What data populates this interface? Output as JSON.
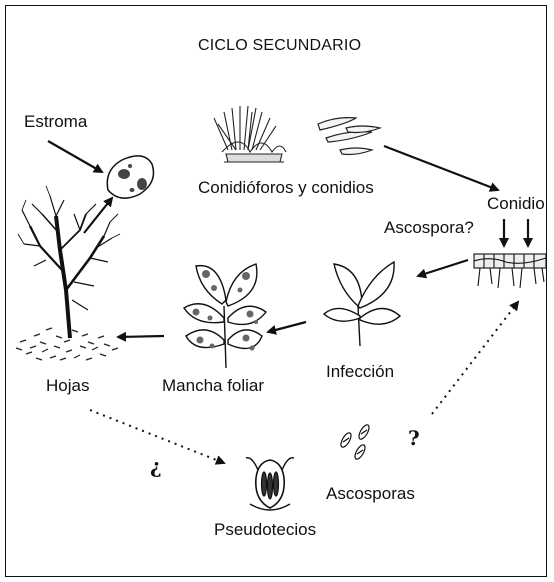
{
  "title": "CICLO SECUNDARIO",
  "labels": {
    "estroma": "Estroma",
    "conidioforos": "Conidióforos y conidios",
    "conidio": "Conidio",
    "ascospora_q": "Ascospora?",
    "infeccion": "Infección",
    "mancha": "Mancha foliar",
    "hojas": "Hojas",
    "pseudotecios": "Pseudotecios",
    "ascosporas": "Ascosporas"
  },
  "marks": {
    "inverted_question": "¿",
    "question": "?"
  },
  "colors": {
    "ink": "#111111",
    "leaf_spot": "#666666",
    "background": "#ffffff"
  }
}
